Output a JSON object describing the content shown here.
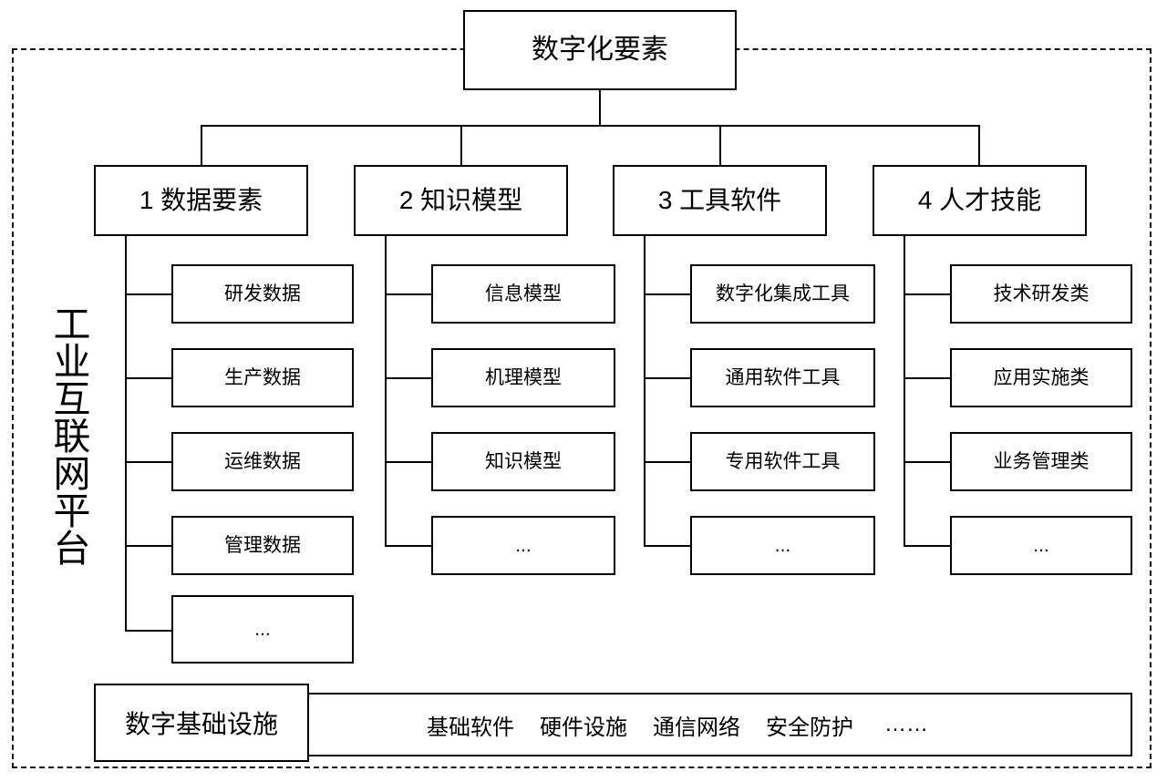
{
  "diagram": {
    "title": "数字化要素",
    "platform_label": "工业互联网平台",
    "categories": [
      {
        "id": "data",
        "label": "1 数据要素",
        "items": [
          "研发数据",
          "生产数据",
          "运维数据",
          "管理数据",
          "..."
        ]
      },
      {
        "id": "knowledge",
        "label": "2 知识模型",
        "items": [
          "信息模型",
          "机理模型",
          "知识模型",
          "..."
        ]
      },
      {
        "id": "tools",
        "label": "3 工具软件",
        "items": [
          "数字化集成工具",
          "通用软件工具",
          "专用软件工具",
          "..."
        ]
      },
      {
        "id": "talent",
        "label": "4 人才技能",
        "items": [
          "技术研发类",
          "应用实施类",
          "业务管理类",
          "..."
        ]
      }
    ],
    "infrastructure": {
      "label": "数字基础设施",
      "items": [
        "基础软件",
        "硬件设施",
        "通信网络",
        "安全防护",
        "……"
      ]
    }
  }
}
